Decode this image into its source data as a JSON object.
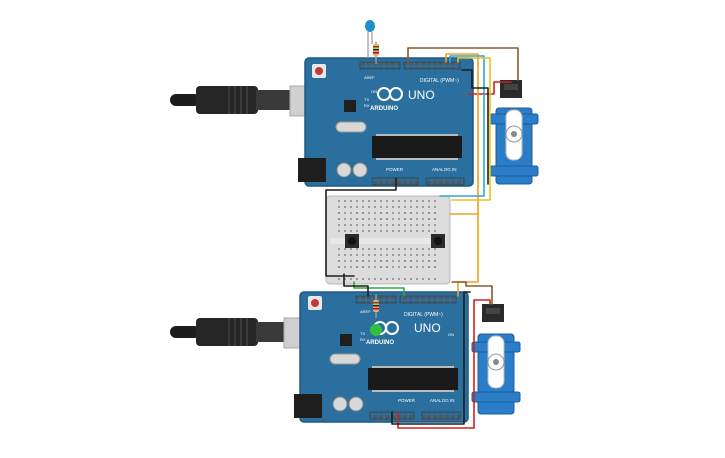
{
  "boards": [
    {
      "id": "top",
      "brand": "ARDUINO",
      "model": "UNO",
      "digital_header": "DIGITAL (PWM~)",
      "power_header": "POWER",
      "analog_header": "ANALOG IN",
      "aref_label": "AREF",
      "gnd_label": "GND",
      "on_label": "ON",
      "tx_label": "TX",
      "rx_label": "RX",
      "l_label": "L"
    },
    {
      "id": "bottom",
      "brand": "ARDUINO",
      "model": "UNO",
      "digital_header": "DIGITAL (PWM~)",
      "power_header": "POWER",
      "analog_header": "ANALOG IN",
      "aref_label": "AREF",
      "gnd_label": "GND",
      "on_label": "ON",
      "tx_label": "TX",
      "rx_label": "RX",
      "l_label": "L"
    }
  ],
  "colors": {
    "board": "#2a6f9d",
    "board_edge": "#1f5a82",
    "wire_brown": "#8b5a2b",
    "wire_orange": "#f0a020",
    "wire_blue": "#2aa8d8",
    "wire_black": "#1e1e1e",
    "wire_red": "#d32020",
    "wire_green": "#2eaa3c",
    "wire_yellow": "#e8c21a",
    "servo": "#2b7dc7",
    "led_top": "#1e8fc8",
    "led_bottom": "#32c040"
  }
}
